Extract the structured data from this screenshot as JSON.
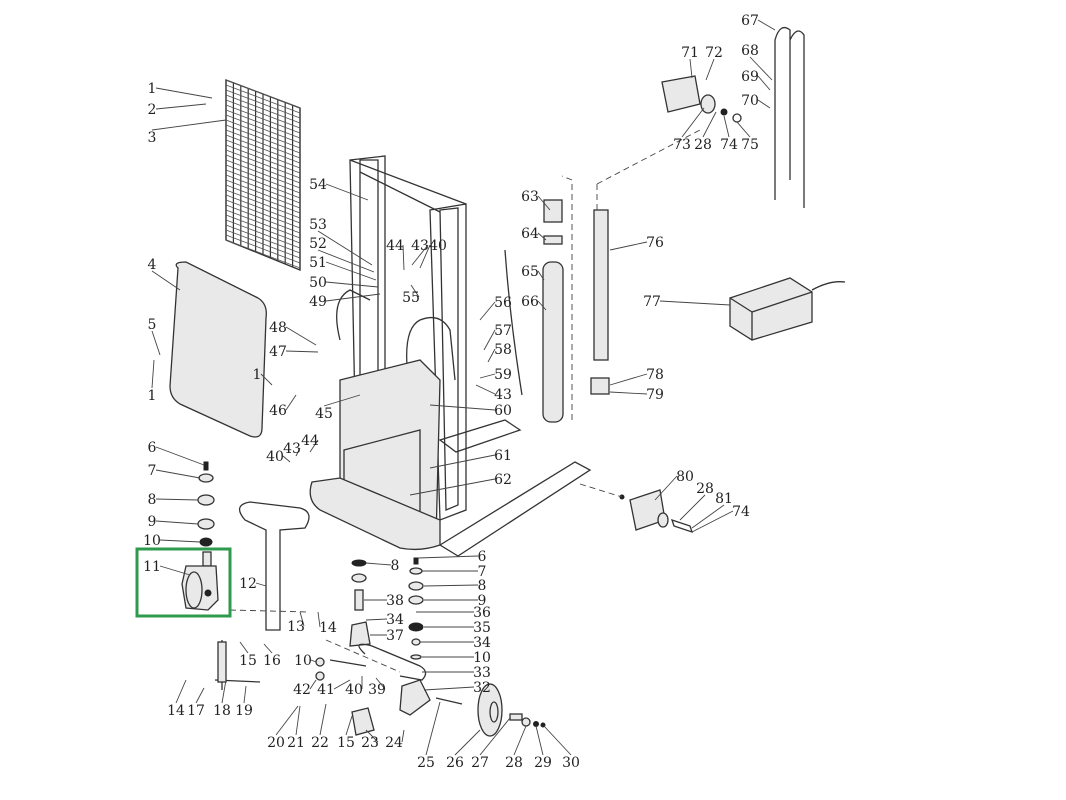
{
  "diagram": {
    "title": "Exploded parts diagram - walkie stacker",
    "highlight_color": "#2e9a4e",
    "highlighted_part": "11",
    "callouts": [
      "1",
      "2",
      "3",
      "4",
      "5",
      "1",
      "6",
      "7",
      "8",
      "9",
      "10",
      "11",
      "12",
      "13",
      "14",
      "15",
      "16",
      "10",
      "42",
      "41",
      "40",
      "39",
      "14",
      "17",
      "18",
      "19",
      "20",
      "21",
      "22",
      "15",
      "23",
      "24",
      "25",
      "26",
      "27",
      "28",
      "29",
      "30",
      "6",
      "7",
      "8",
      "9",
      "36",
      "35",
      "34",
      "10",
      "33",
      "32",
      "8",
      "38",
      "34",
      "37",
      "54",
      "53",
      "52",
      "51",
      "50",
      "49",
      "44",
      "43",
      "40",
      "55",
      "48",
      "47",
      "1",
      "46",
      "45",
      "40",
      "43",
      "44",
      "56",
      "57",
      "58",
      "59",
      "43",
      "60",
      "61",
      "62",
      "63",
      "64",
      "65",
      "66",
      "76",
      "77",
      "78",
      "79",
      "80",
      "28",
      "81",
      "74",
      "67",
      "68",
      "69",
      "70",
      "71",
      "72",
      "73",
      "28",
      "74",
      "75"
    ]
  }
}
